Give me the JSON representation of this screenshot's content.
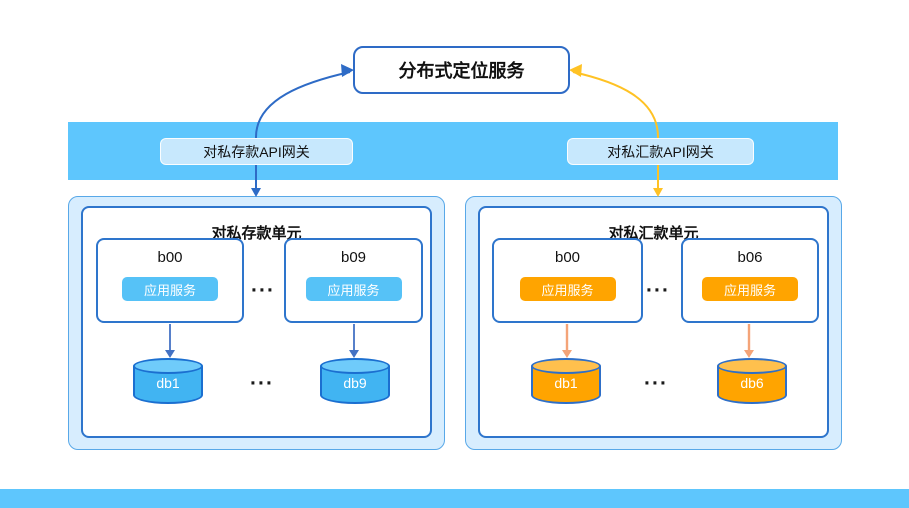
{
  "diagram": {
    "service_box": {
      "label": "分布式定位服务"
    },
    "gateway_band": {
      "left_gateway": "对私存款API网关",
      "right_gateway": "对私汇款API网关"
    },
    "left_unit": {
      "title": "对私存款单元",
      "nodes": [
        {
          "name": "b00",
          "service": "应用服务"
        },
        {
          "name": "b09",
          "service": "应用服务"
        }
      ],
      "databases": [
        {
          "name": "db1"
        },
        {
          "name": "db9"
        }
      ],
      "ellipsis": "···"
    },
    "right_unit": {
      "title": "对私汇款单元",
      "nodes": [
        {
          "name": "b00",
          "service": "应用服务"
        },
        {
          "name": "b06",
          "service": "应用服务"
        }
      ],
      "databases": [
        {
          "name": "db1"
        },
        {
          "name": "db6"
        }
      ],
      "ellipsis": "···"
    },
    "colors": {
      "band_blue": "#5EC6FD",
      "royal_blue": "#2E6BC6",
      "sky_blue_pill": "#56C2F7",
      "orange": "#FFA400",
      "golden_yellow": "#FFC224",
      "unit_fill": "#D7EDFE",
      "unit_border": "#58A8E8",
      "inner_border": "#2E75CC",
      "gateway_label_fill": "#C7E8FD",
      "db_blue_fill": "#41B4F2",
      "db_blue_border": "#1B6FD0",
      "left_arrow_blue": "#4472C4",
      "right_arrow_salmon": "#F4A478"
    }
  }
}
